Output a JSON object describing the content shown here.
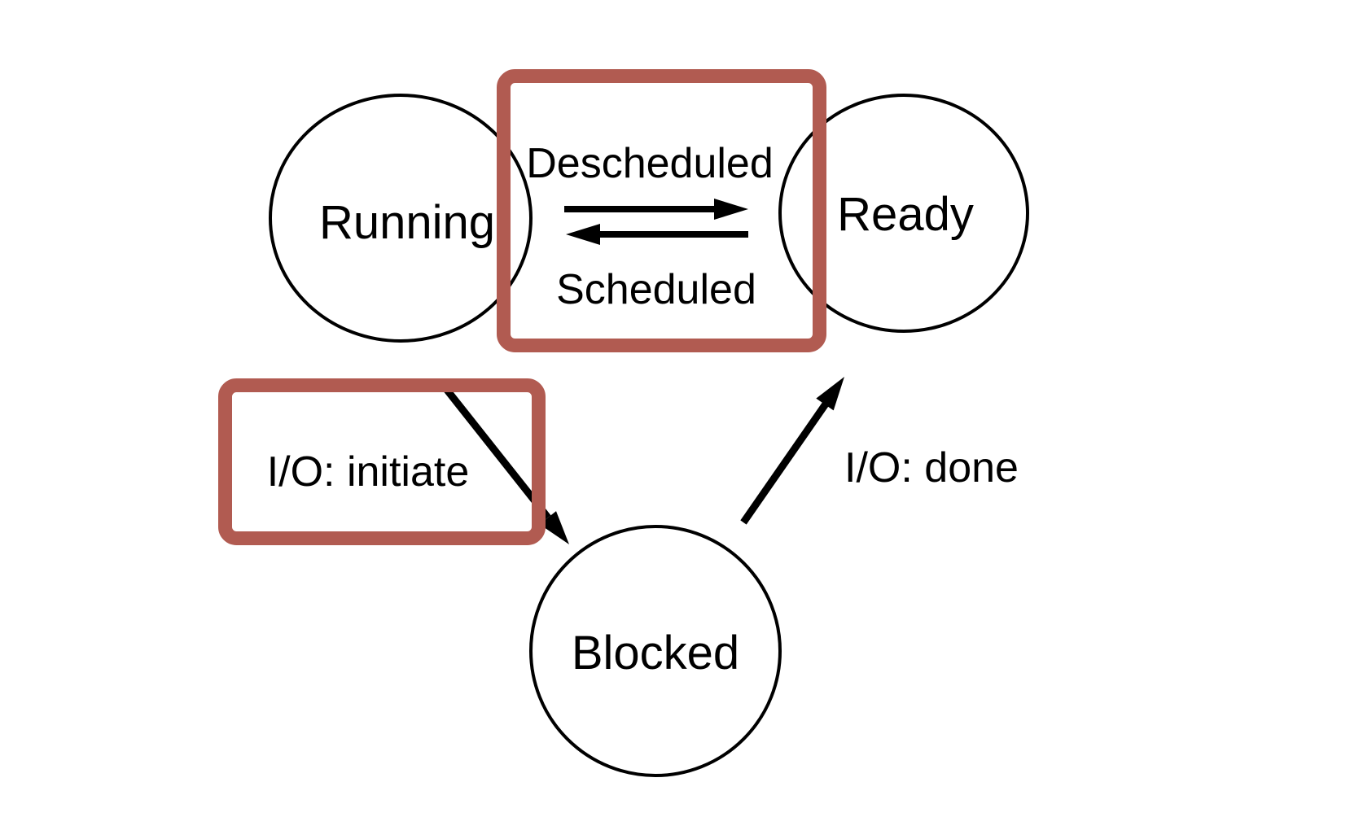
{
  "colors": {
    "background": "#ffffff",
    "line": "#000000",
    "highlight_box": "#b15b51"
  },
  "diagram": {
    "type": "state-transition-diagram",
    "states": [
      {
        "id": "running",
        "label": "Running",
        "shape": "circle"
      },
      {
        "id": "ready",
        "label": "Ready",
        "shape": "circle"
      },
      {
        "id": "blocked",
        "label": "Blocked",
        "shape": "circle"
      }
    ],
    "transitions": [
      {
        "id": "descheduled",
        "label": "Descheduled",
        "from": "Running",
        "to": "Ready",
        "highlighted": true
      },
      {
        "id": "scheduled",
        "label": "Scheduled",
        "from": "Ready",
        "to": "Running",
        "highlighted": true
      },
      {
        "id": "io-initiate",
        "label": "I/O: initiate",
        "from": "Running",
        "to": "Blocked",
        "highlighted": true
      },
      {
        "id": "io-done",
        "label": "I/O: done",
        "from": "Blocked",
        "to": "Ready",
        "highlighted": false
      }
    ]
  }
}
